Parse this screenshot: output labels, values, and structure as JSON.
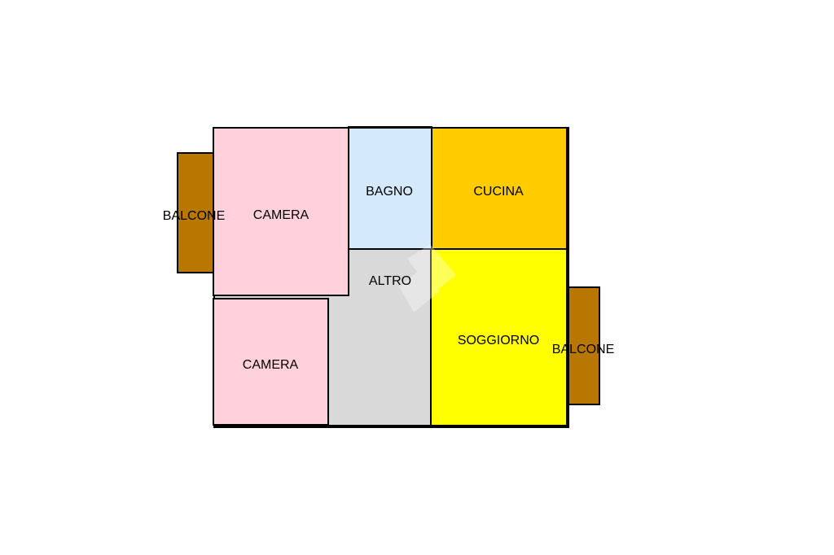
{
  "colors": {
    "camera": "#ffd1dc",
    "bagno": "#d4e9fc",
    "cucina": "#ffcc00",
    "soggiorno": "#ffff00",
    "altro": "#d9d9d9",
    "balcone": "#b87800",
    "wall": "#000000"
  },
  "rooms": {
    "camera_top": "CAMERA",
    "camera_bottom": "CAMERA",
    "bagno": "BAGNO",
    "cucina": "CUCINA",
    "altro": "ALTRO",
    "soggiorno": "SOGGIORNO",
    "balcone_left": "BALCONE",
    "balcone_right": "BALCONE"
  }
}
